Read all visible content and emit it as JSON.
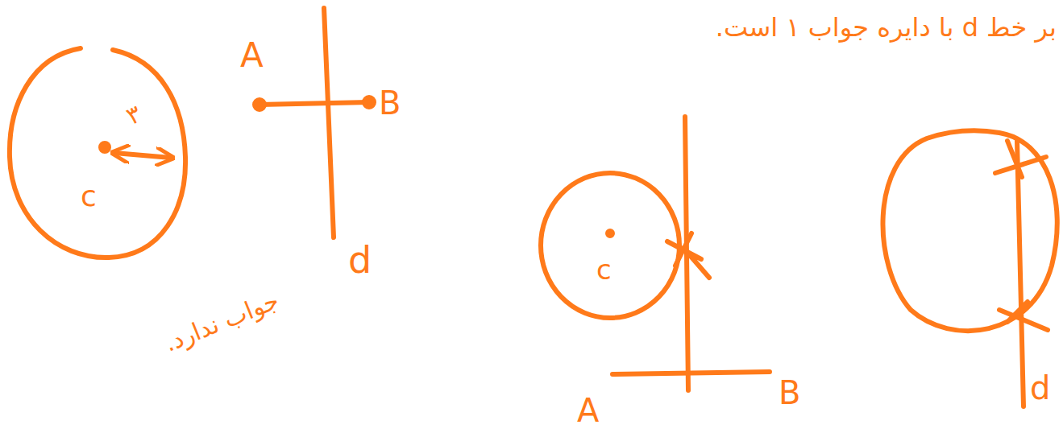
{
  "diagram": {
    "labels": [
      "A",
      "B",
      "d",
      "c",
      "۳",
      "جواب ندارد.",
      "بر خط d با دایره جواب ۱ است.",
      "c",
      "A",
      "B",
      "d"
    ]
  }
}
